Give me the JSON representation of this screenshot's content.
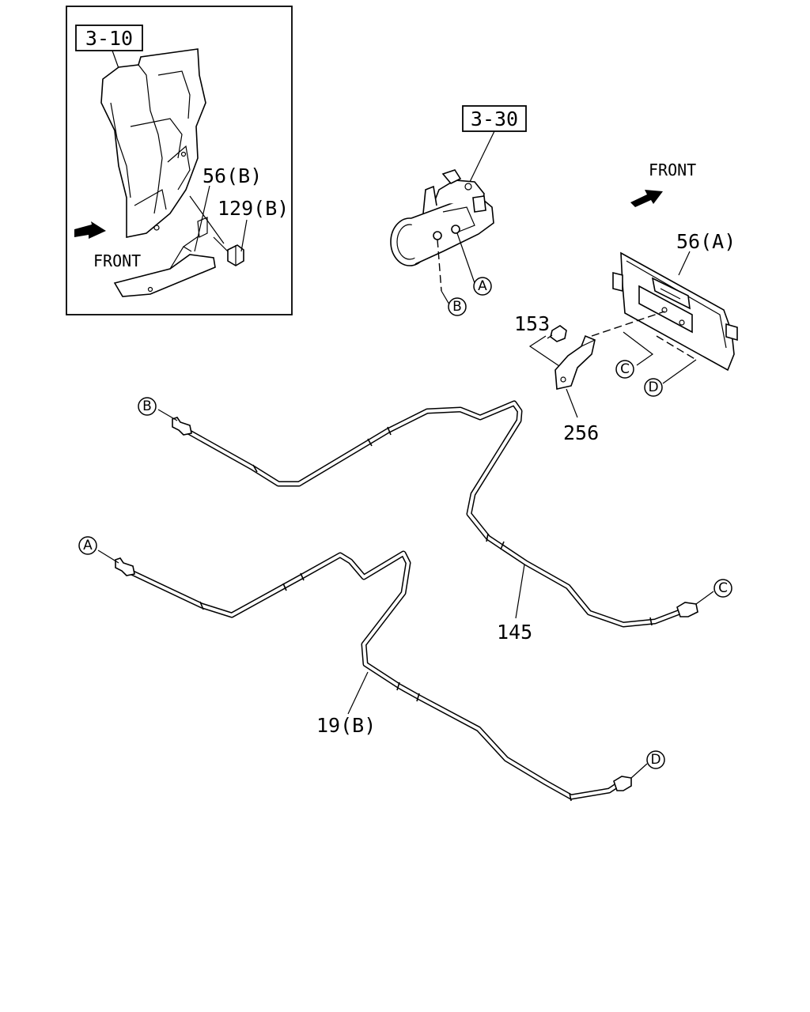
{
  "inset": {
    "ref_box": "3-10",
    "part_56b": "56(B)",
    "part_129b": "129(B)",
    "front": "FRONT"
  },
  "main": {
    "ref_box": "3-30",
    "front": "FRONT",
    "part_56a": "56(A)",
    "part_153": "153",
    "part_256": "256",
    "part_145": "145",
    "part_19b": "19(B)"
  },
  "connectors": {
    "a": "A",
    "b": "B",
    "c": "C",
    "d": "D"
  }
}
